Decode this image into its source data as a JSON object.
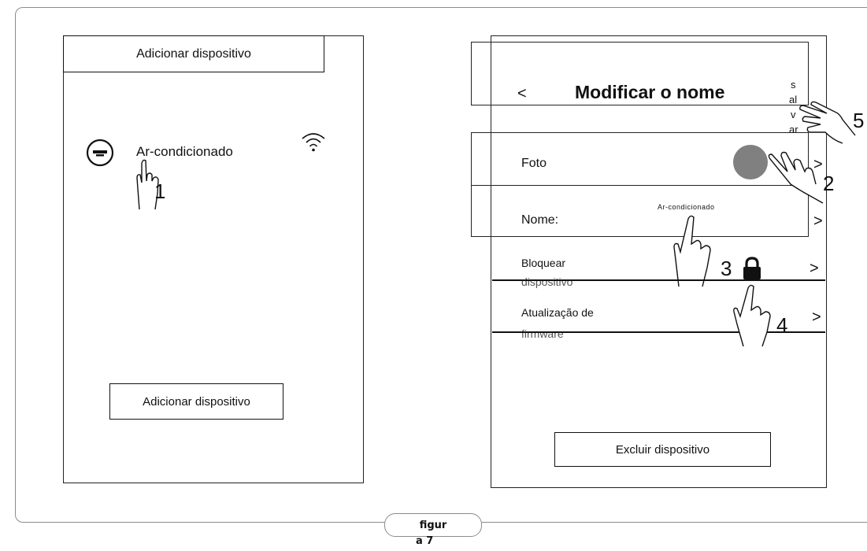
{
  "left_screen": {
    "title_button": "Adicionar dispositivo",
    "device_name": "Ar-condicionado",
    "bottom_button": "Adicionar dispositivo",
    "step_1": "1"
  },
  "right_screen": {
    "back_label": "<",
    "title": "Modificar o nome",
    "save_label": [
      "s",
      "al",
      "v",
      "ar"
    ],
    "rows": {
      "photo": {
        "label": "Foto",
        "chevron": ">"
      },
      "name": {
        "label": "Nome:",
        "value": "Ar-condicionado",
        "chevron": ">"
      },
      "lock": {
        "label_line1": "Bloquear",
        "label_line2": "dispositivo",
        "chevron": ">"
      },
      "firmware": {
        "label_line1": "Atualização de",
        "label_line2": "firmware",
        "chevron": ">"
      }
    },
    "delete_button": "Excluir dispositivo",
    "steps": {
      "save": "5",
      "photo": "2",
      "name": "3",
      "firmware": "4"
    }
  },
  "caption": {
    "line1": "figur",
    "line2": "a 7"
  },
  "colors": {
    "photo_dot": "#808080",
    "line": "#111111"
  },
  "icons": [
    "ac-unit-icon",
    "wifi-icon",
    "lock-icon",
    "hand-pointer-icon"
  ]
}
